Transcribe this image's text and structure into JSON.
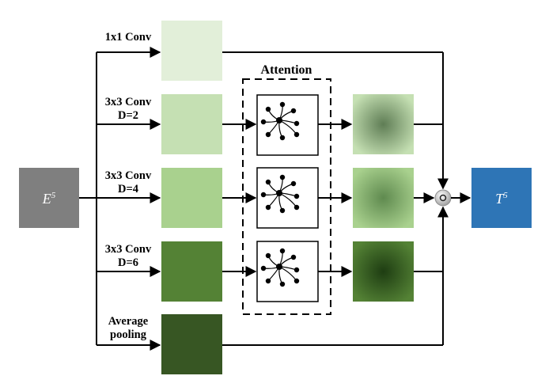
{
  "input_block": {
    "label_base": "E",
    "label_sup": "5",
    "color": "#7f7f7f"
  },
  "output_block": {
    "label_base": "T",
    "label_sup": "5",
    "color": "#2e75b6"
  },
  "attention": {
    "title": "Attention"
  },
  "branches": [
    {
      "label_lines": [
        "1x1 Conv"
      ],
      "color": "#e2efd9",
      "has_attention": false
    },
    {
      "label_lines": [
        "3x3 Conv",
        "D=2"
      ],
      "color": "#c5e0b3",
      "has_attention": true,
      "out_color": "#8fba78"
    },
    {
      "label_lines": [
        "3x3 Conv",
        "D=4"
      ],
      "color": "#a9d18e",
      "has_attention": true,
      "out_color": "#7fb06a"
    },
    {
      "label_lines": [
        "3x3 Conv",
        "D=6"
      ],
      "color": "#548235",
      "has_attention": true,
      "out_color": "#3f6f2a"
    },
    {
      "label_lines": [
        "Average",
        "pooling"
      ],
      "color": "#375623",
      "has_attention": false
    }
  ],
  "icons": {
    "attention_graph": "graph-network-icon",
    "merge": "merge-operator-icon"
  }
}
